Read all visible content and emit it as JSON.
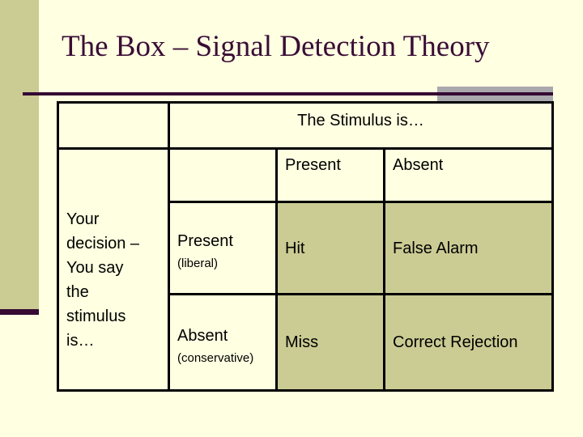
{
  "slide": {
    "title": "The Box – Signal Detection Theory"
  },
  "colors": {
    "background": "#FFFFE1",
    "accent_olive": "#CBCB94",
    "title_purple": "#3A0D36",
    "rule_purple": "#350A33",
    "accent_gray": "#A9A8AC",
    "table_border": "#000000"
  },
  "table": {
    "top_header": "The Stimulus is…",
    "column_headers": {
      "present": "Present",
      "absent": "Absent"
    },
    "row_group_label": "Your\ndecision –\nYou say\nthe\nstimulus\nis…",
    "rows": [
      {
        "label": "Present",
        "sublabel": "(liberal)",
        "cells": {
          "stimulus_present": "Hit",
          "stimulus_absent": "False Alarm"
        }
      },
      {
        "label": "Absent",
        "sublabel": "(conservative)",
        "cells": {
          "stimulus_present": "Miss",
          "stimulus_absent": "Correct Rejection"
        }
      }
    ]
  }
}
